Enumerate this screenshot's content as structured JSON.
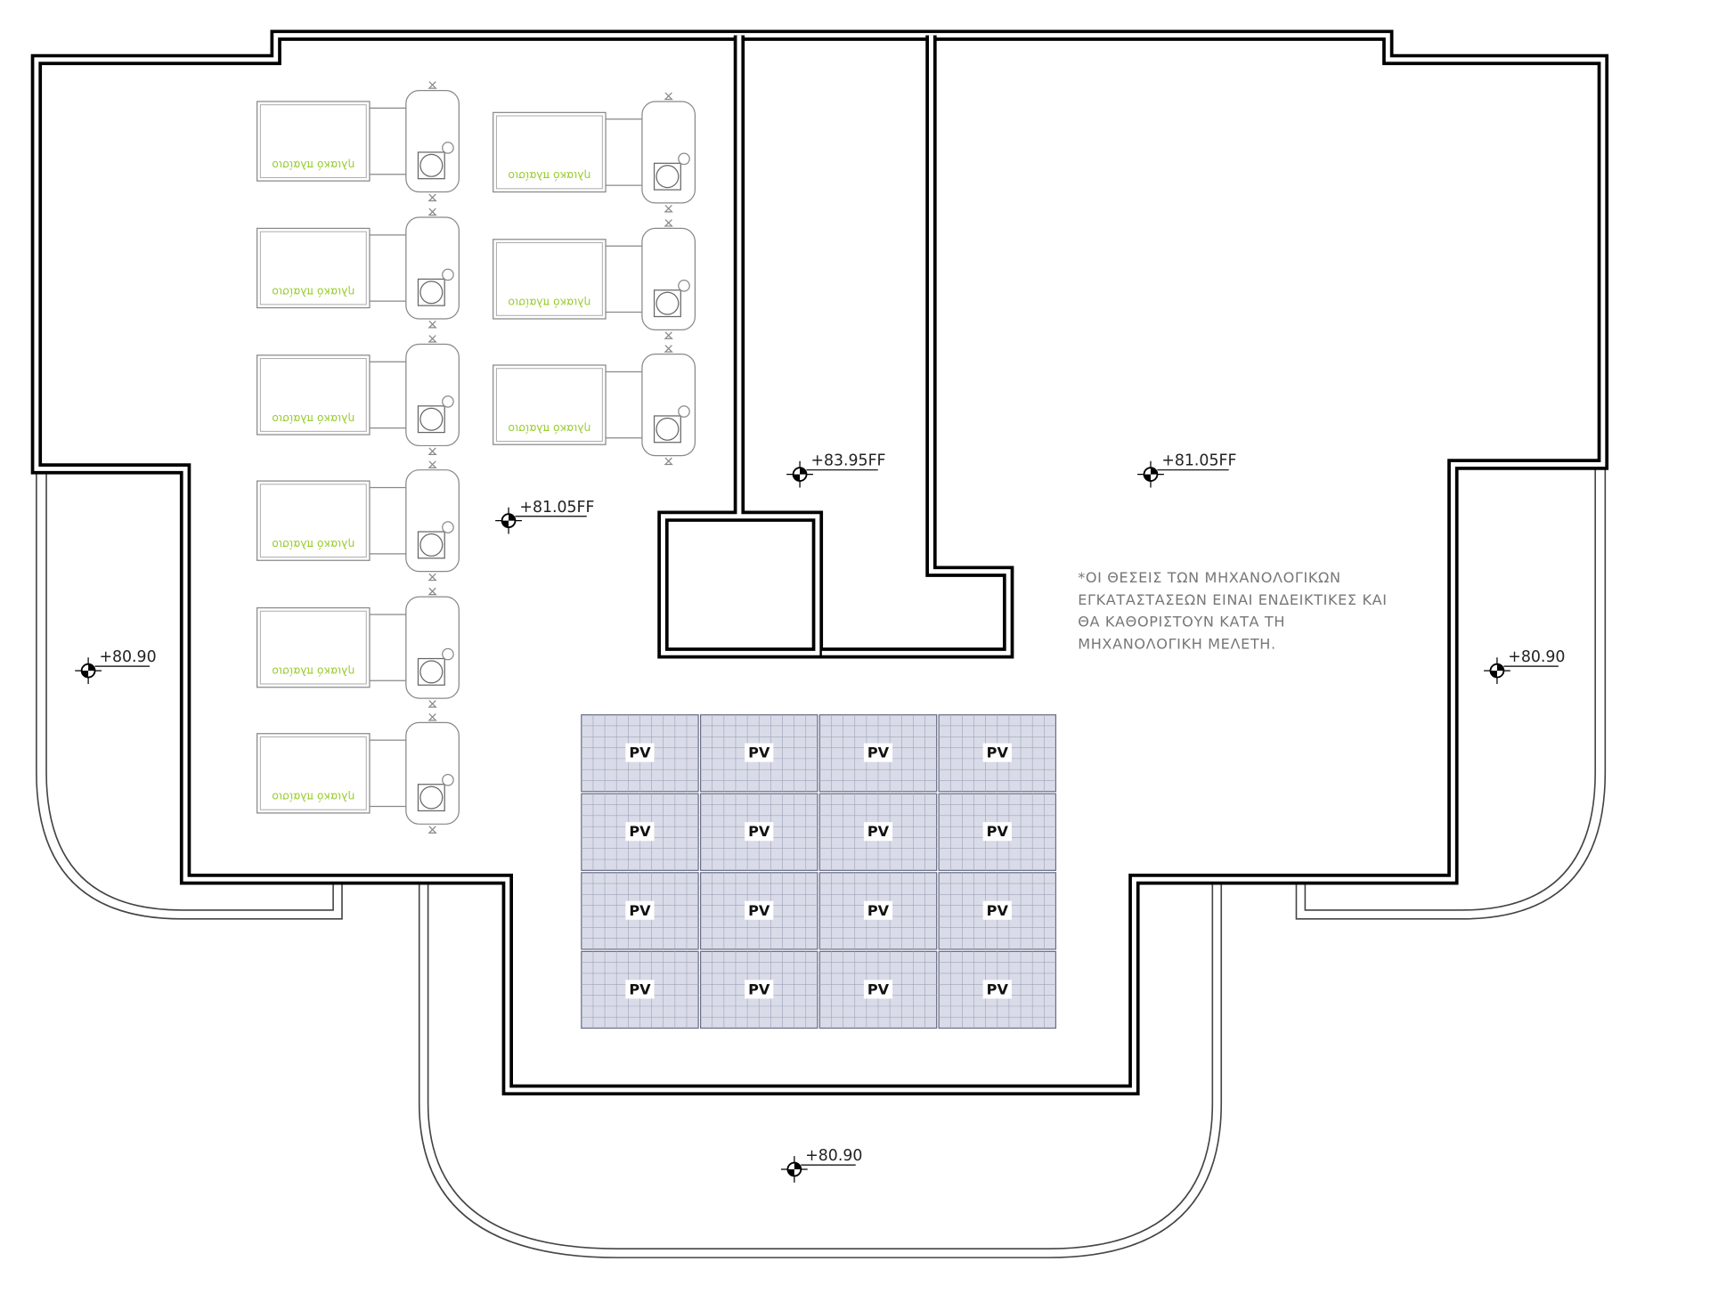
{
  "plan": {
    "solar_unit_label": "ηλιακό πλαίσιο",
    "pv_label": "PV",
    "pv_rows": 4,
    "pv_cols": 4,
    "note_lines": [
      "*ΟΙ ΘΕΣΕΙΣ ΤΩΝ ΜΗΧΑΝΟΛΟΓΙΚΩΝ",
      "ΕΓΚΑΤΑΣΤΑΣΕΩΝ ΕΙΝΑΙ ΕΝΔΕΙΚΤΙΚΕΣ ΚΑΙ",
      "ΘΑ ΚΑΘΟΡΙΣΤΟΥΝ ΚΑΤΑ ΤΗ",
      "ΜΗΧΑΝΟΛΟΓΙΚΗ ΜΕΛΕΤΗ."
    ],
    "levels": [
      "+81.05FF",
      "+83.95FF",
      "+81.05FF",
      "+80.90",
      "+80.90",
      "+80.90"
    ],
    "colors": {
      "pv_fill": "#d9dce8",
      "pv_grid": "#9ea3b8",
      "solar_label": "#9acd32",
      "wall": "#000000"
    }
  }
}
